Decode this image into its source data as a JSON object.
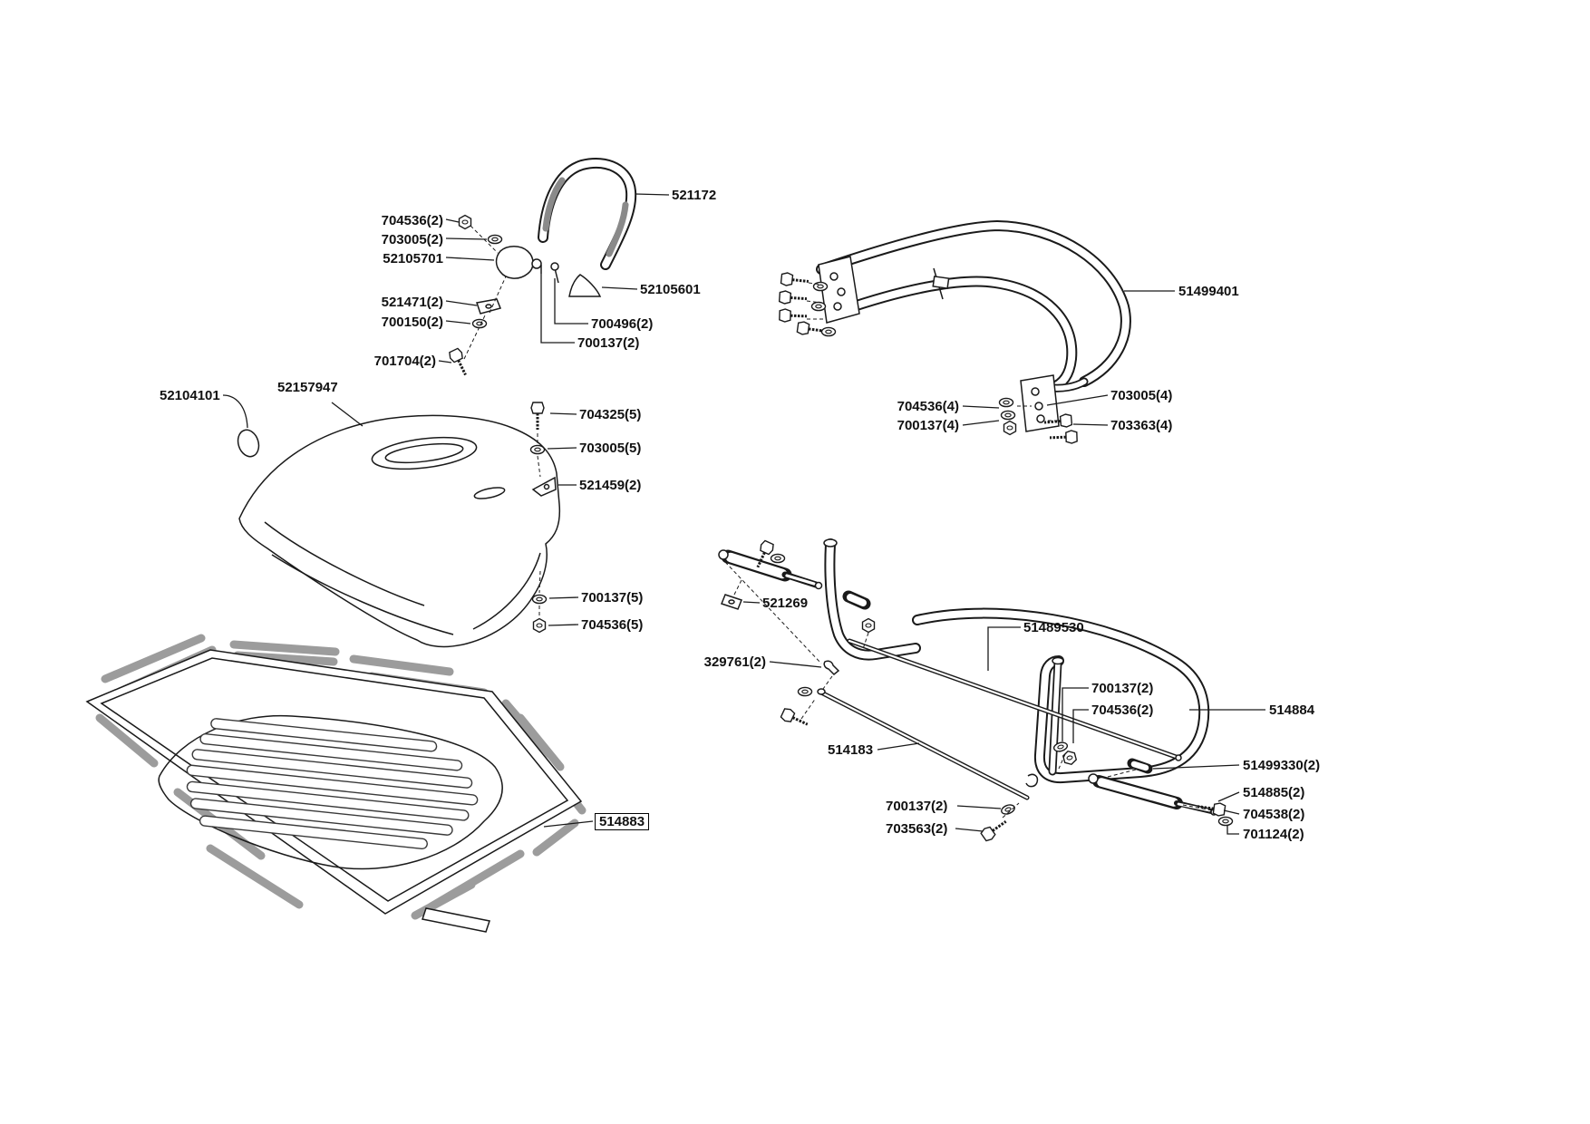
{
  "diagram": {
    "type": "exploded-parts-diagram",
    "colors": {
      "line": "#1a1a1a",
      "rail": "#9c9c9c",
      "background": "#ffffff"
    },
    "assemblies": [
      {
        "id": "handle-assembly",
        "labels": [
          {
            "text": "521172"
          },
          {
            "text": "704536(2)"
          },
          {
            "text": "703005(2)"
          },
          {
            "text": "52105701"
          },
          {
            "text": "521471(2)"
          },
          {
            "text": "700150(2)"
          },
          {
            "text": "701704(2)"
          },
          {
            "text": "52105601"
          },
          {
            "text": "700496(2)"
          },
          {
            "text": "700137(2)"
          }
        ]
      },
      {
        "id": "rollbar-assembly",
        "labels": [
          {
            "text": "51499401"
          },
          {
            "text": "703005(4)"
          },
          {
            "text": "704536(4)"
          },
          {
            "text": "700137(4)"
          },
          {
            "text": "703363(4)"
          }
        ]
      },
      {
        "id": "hood-assembly",
        "labels": [
          {
            "text": "52104101"
          },
          {
            "text": "52157947"
          },
          {
            "text": "704325(5)"
          },
          {
            "text": "703005(5)"
          },
          {
            "text": "521459(2)"
          },
          {
            "text": "700137(5)"
          },
          {
            "text": "704536(5)"
          }
        ]
      },
      {
        "id": "deck-pan",
        "labels": [
          {
            "text": "514883"
          }
        ]
      },
      {
        "id": "rear-frame-assembly",
        "labels": [
          {
            "text": "521269"
          },
          {
            "text": "51489530"
          },
          {
            "text": "329761(2)"
          },
          {
            "text": "700137(2)"
          },
          {
            "text": "704536(2)"
          },
          {
            "text": "514884"
          },
          {
            "text": "514183"
          },
          {
            "text": "51499330(2)"
          },
          {
            "text": "514885(2)"
          },
          {
            "text": "704538(2)"
          },
          {
            "text": "701124(2)"
          },
          {
            "text": "700137(2)"
          },
          {
            "text": "703563(2)"
          }
        ]
      }
    ]
  }
}
